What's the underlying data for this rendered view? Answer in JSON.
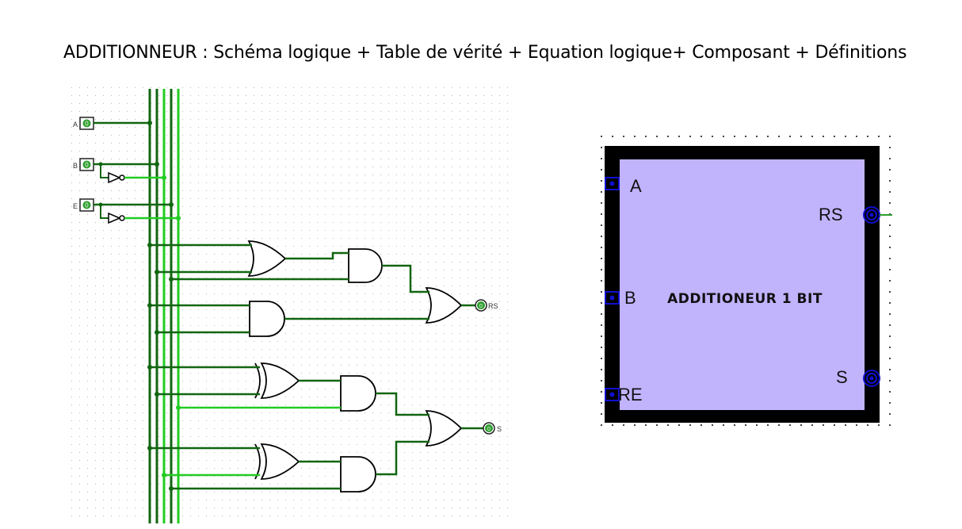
{
  "page": {
    "title": "ADDITIONNEUR : Schéma logique + Table de vérité + Equation logique+ Composant + Définitions"
  },
  "schematic": {
    "inputs": [
      {
        "label": "A",
        "value": "0"
      },
      {
        "label": "B",
        "value": "0"
      },
      {
        "label": "E",
        "value": "0"
      }
    ],
    "outputs": [
      {
        "label": "RS",
        "value": "0"
      },
      {
        "label": "S",
        "value": "0"
      }
    ]
  },
  "component": {
    "title": "ADDITIONEUR 1 BIT",
    "pin_a": "A",
    "pin_b": "B",
    "pin_re": "RE",
    "pin_rs": "RS",
    "pin_s": "S",
    "fill_color": "#c2b3fd",
    "border_color": "#000000",
    "pin_color": "#1010d0"
  },
  "colors": {
    "wire_dark": "#116611",
    "wire_light": "#22cc22",
    "pin_green": "#2e9e2e"
  }
}
